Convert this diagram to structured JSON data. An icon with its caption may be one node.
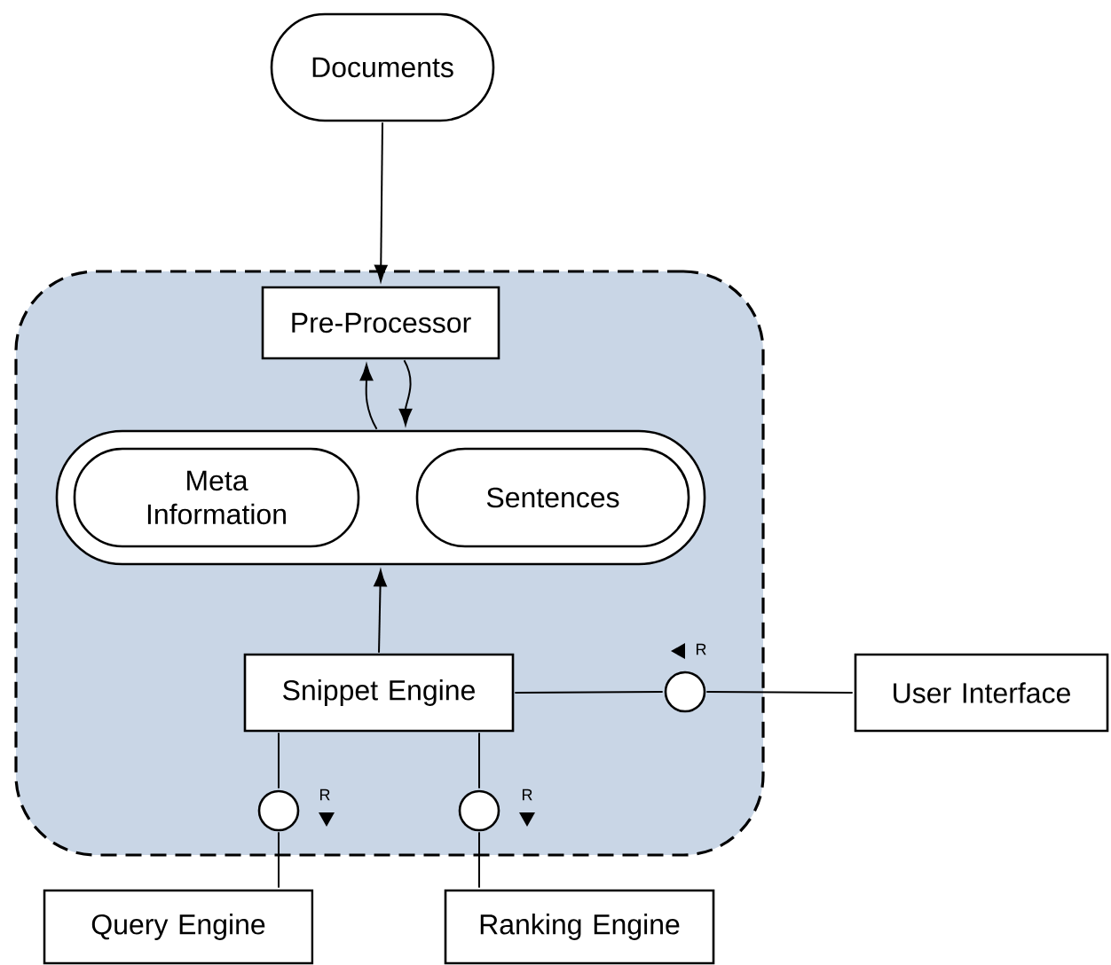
{
  "diagram": {
    "nodes": [
      {
        "text": [
          "Documents"
        ]
      },
      {
        "text": [],
        "shape": "box"
      },
      {
        "text": [
          "Pre-Processor"
        ],
        "in": 1
      },
      {
        "text": [],
        "shape": "box",
        "in": 1
      },
      {
        "text": [
          "Meta Information"
        ],
        "in": 3
      },
      {
        "text": [
          "Sentences"
        ],
        "in": 3
      },
      {
        "text": [
          "Snippet Engine"
        ],
        "in": 1
      },
      {
        "text": [],
        "shape": "circle",
        "in": 1
      },
      {
        "text": [],
        "shape": "circle",
        "in": 1
      },
      {
        "text": [],
        "shape": "circle",
        "in": 1
      },
      {
        "text": [
          "User Interface"
        ]
      },
      {
        "text": [
          "Query Engine"
        ]
      },
      {
        "text": [
          "Ranking Engine"
        ]
      }
    ],
    "edges": [
      {
        "from": 0,
        "to": 2,
        "arrow": "to"
      },
      {
        "from": 3,
        "to": 2,
        "arrow": "to"
      },
      {
        "from": 2,
        "to": 3,
        "arrow": "to"
      },
      {
        "from": 6,
        "to": 3,
        "arrow": "to"
      },
      {
        "from": 6,
        "to": 7,
        "arrow": "none"
      },
      {
        "from": 7,
        "to": 10,
        "arrow": "none"
      },
      {
        "from": 6,
        "to": 8,
        "arrow": "none"
      },
      {
        "from": 8,
        "to": 11,
        "arrow": "none"
      },
      {
        "from": 6,
        "to": 9,
        "arrow": "none"
      },
      {
        "from": 9,
        "to": 12,
        "arrow": "none"
      }
    ],
    "labels": [
      "R",
      "R",
      "R"
    ]
  }
}
